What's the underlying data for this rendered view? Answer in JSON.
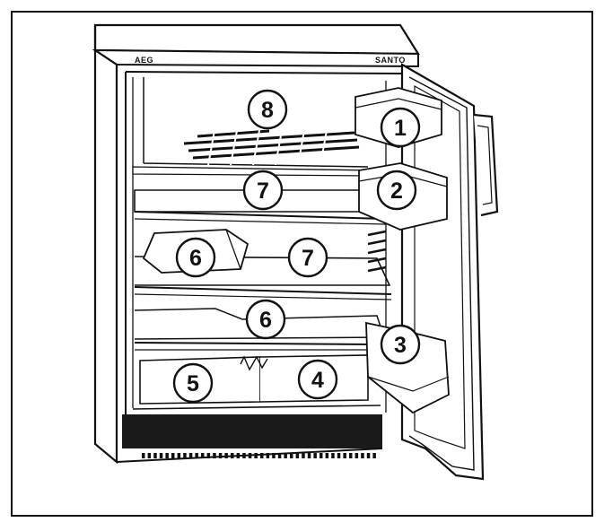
{
  "brand": {
    "left": "AEG",
    "right": "SANTO"
  },
  "callouts": [
    {
      "id": "c8",
      "label": "8",
      "name": "callout-8"
    },
    {
      "id": "c1",
      "label": "1",
      "name": "callout-1"
    },
    {
      "id": "c7a",
      "label": "7",
      "name": "callout-7-upper-shelf"
    },
    {
      "id": "c2",
      "label": "2",
      "name": "callout-2"
    },
    {
      "id": "c6a",
      "label": "6",
      "name": "callout-6-box"
    },
    {
      "id": "c7b",
      "label": "7",
      "name": "callout-7-middle-shelf"
    },
    {
      "id": "c6b",
      "label": "6",
      "name": "callout-6-lower-shelf"
    },
    {
      "id": "c3",
      "label": "3",
      "name": "callout-3"
    },
    {
      "id": "c5",
      "label": "5",
      "name": "callout-5"
    },
    {
      "id": "c4",
      "label": "4",
      "name": "callout-4"
    }
  ],
  "colors": {
    "line": "#111111",
    "paper": "#ffffff",
    "grille": "#1a1a1a"
  }
}
